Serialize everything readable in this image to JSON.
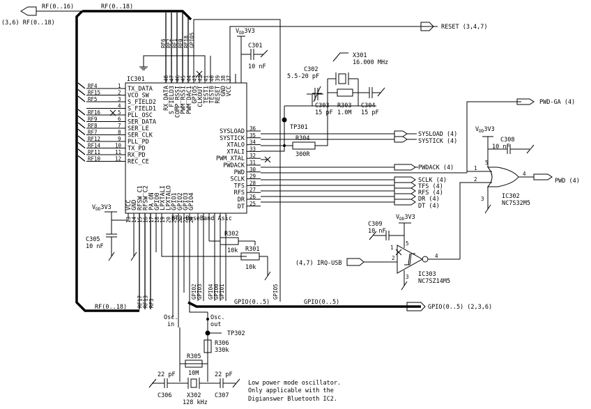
{
  "ic301": {
    "ref": "IC301",
    "name": "BT2 BaseBand Asic",
    "left_pins": [
      {
        "num": "1",
        "name": "TX_DATA",
        "net": "RF4"
      },
      {
        "num": "2",
        "name": "VCO_SW",
        "net": "RF15"
      },
      {
        "num": "3",
        "name": "S_FIELD2",
        "net": "RF5"
      },
      {
        "num": "4",
        "name": "S_FIELD1",
        "net": ""
      },
      {
        "num": "5",
        "name": "PLL_OSC",
        "net": "RF16"
      },
      {
        "num": "6",
        "name": "SER_DATA",
        "net": "RF9"
      },
      {
        "num": "7",
        "name": "SER_LE",
        "net": "RF8"
      },
      {
        "num": "8",
        "name": "SER_CLK",
        "net": "RF7"
      },
      {
        "num": "9",
        "name": "PLL_PD",
        "net": "RF12"
      },
      {
        "num": "10",
        "name": "TX_PD",
        "net": "RF14"
      },
      {
        "num": "11",
        "name": "RX_PD",
        "net": "RF11"
      },
      {
        "num": "12",
        "name": "REC_CE",
        "net": "RF10"
      }
    ],
    "top_pins": [
      {
        "num": "48",
        "name": "RX_DATA",
        "net": "RF6"
      },
      {
        "num": "47",
        "name": "S_FIELD3",
        "net": "RF2"
      },
      {
        "num": "46",
        "name": "COMP_RSSI",
        "net": "RF1"
      },
      {
        "num": "45",
        "name": "PWM_RSSI",
        "net": "RF0"
      },
      {
        "num": "44",
        "name": "PWM_DAC1",
        "net": "RF18"
      },
      {
        "num": "43",
        "name": "GPIO5",
        "net": "GPIO5"
      },
      {
        "num": "42",
        "name": "CLKOUT",
        "net": ""
      },
      {
        "num": "41",
        "name": "TEST1",
        "net": ""
      },
      {
        "num": "40",
        "name": "TEST0",
        "net": ""
      },
      {
        "num": "39",
        "name": "RESET",
        "net": ""
      },
      {
        "num": "38",
        "name": "GND",
        "net": ""
      },
      {
        "num": "37",
        "name": "VCC",
        "net": ""
      }
    ],
    "right_pins": [
      {
        "num": "36",
        "name": "SYSLOAD"
      },
      {
        "num": "35",
        "name": "SYSTICK"
      },
      {
        "num": "34",
        "name": "XTALO"
      },
      {
        "num": "33",
        "name": "XTALI"
      },
      {
        "num": "32",
        "name": "PWM_XTAL"
      },
      {
        "num": "31",
        "name": "PWDACK"
      },
      {
        "num": "30",
        "name": "PWD"
      },
      {
        "num": "29",
        "name": "SCLK"
      },
      {
        "num": "28",
        "name": "TFS"
      },
      {
        "num": "27",
        "name": "RFS"
      },
      {
        "num": "26",
        "name": "DR"
      },
      {
        "num": "25",
        "name": "DT"
      }
    ],
    "bottom_pins": [
      {
        "num": "13",
        "name": "VCC",
        "net": ""
      },
      {
        "num": "14",
        "name": "GND",
        "net": ""
      },
      {
        "num": "15",
        "name": "RFSW_C1",
        "net": "RF17"
      },
      {
        "num": "16",
        "name": "RFSW_C2",
        "net": "RF13"
      },
      {
        "num": "17",
        "name": "PA_ON",
        "net": "RF3"
      },
      {
        "num": "18",
        "name": "GPIO0",
        "net": ""
      },
      {
        "num": "19",
        "name": "LPXTALI",
        "net": ""
      },
      {
        "num": "20",
        "name": "LPXTALO",
        "net": ""
      },
      {
        "num": "21",
        "name": "GPIO1",
        "net": "GPIO1"
      },
      {
        "num": "22",
        "name": "GPIO2",
        "net": "GPIO2"
      },
      {
        "num": "23",
        "name": "GPIO3",
        "net": "GPIO3"
      },
      {
        "num": "24",
        "name": "GPIO4",
        "net": "GPIO4"
      }
    ]
  },
  "connectors": {
    "rf_bus_in": "RF(0..16)",
    "rf_bus_label": "RF(0..18)",
    "rf_bus_ref": "(3,6) RF(0..18)",
    "rf_bus_bottom": "RF(0..18)",
    "reset": "RESET (3,4,7)",
    "sysload": "SYSLOAD (4)",
    "systick": "SYSTICK (4)",
    "pwdack": "PWDACK (4)",
    "sclk": "SCLK (4)",
    "tfs": "TFS (4)",
    "rfs": "RFS (4)",
    "dr": "DR (4)",
    "dt": "DT (4)",
    "pwd_ga": "PWD-GA (4)",
    "pwd": "PWD (4)",
    "irq_usb": "(4,7) IRQ-USB",
    "gpio_out": "GPIO(0..5) (2,3,6)",
    "gpio_bus_label_1": "GPIO(0..5)",
    "gpio_bus_label_2": "GPIO(0..5)",
    "gpio5_label": "GPIO5",
    "gpio_entries": [
      "GPIO2",
      "GPIO3",
      "GPIO4",
      "GPIO0",
      "GPIO1"
    ]
  },
  "components": {
    "vdd_top": {
      "prefix": "V",
      "sub": "DD",
      "rail": "3V3"
    },
    "vdd_left": {
      "prefix": "V",
      "sub": "DD",
      "rail": "3V3"
    },
    "vdd_c308": {
      "prefix": "V",
      "sub": "DD",
      "rail": "3V3"
    },
    "vdd_c309": {
      "prefix": "V",
      "sub": "DD",
      "rail": "3V3"
    },
    "c301": {
      "ref": "C301",
      "value": "10 nF"
    },
    "c302": {
      "ref": "C302",
      "value": "5.5-20 pF"
    },
    "c303": {
      "ref": "C303",
      "value": "15 pF"
    },
    "c304": {
      "ref": "C304",
      "value": "15 pF"
    },
    "c305": {
      "ref": "C305",
      "value": "10 nF"
    },
    "c306": {
      "ref": "C306",
      "value": "22 pF"
    },
    "c307": {
      "ref": "C307",
      "value": "22 pF"
    },
    "c308": {
      "ref": "C308",
      "value": "10 nF"
    },
    "c309": {
      "ref": "C309",
      "value": "10 nF"
    },
    "r301": {
      "ref": "R301",
      "value": "10k"
    },
    "r302": {
      "ref": "R302",
      "value": "10k"
    },
    "r303": {
      "ref": "R303",
      "value": "1.0M"
    },
    "r304": {
      "ref": "R304",
      "value": "300R"
    },
    "r305": {
      "ref": "R305",
      "value": "10M"
    },
    "r306": {
      "ref": "R306",
      "value": "330k"
    },
    "x301": {
      "ref": "X301",
      "value": "16.000 MHz"
    },
    "x302": {
      "ref": "X302",
      "value": "128 kHz"
    },
    "tp301": {
      "ref": "TP301"
    },
    "tp302": {
      "ref": "TP302"
    },
    "ic302": {
      "ref": "IC302",
      "part": "NC7S32M5",
      "pin1": "1",
      "pin2": "2",
      "pin3": "3",
      "pin4": "4",
      "pin5": "5"
    },
    "ic303": {
      "ref": "IC303",
      "part": "NC7SZ14M5",
      "pin2": "2",
      "pin3": "3",
      "pin4": "4",
      "pin5": "5",
      "pin1": "1"
    }
  },
  "labels": {
    "osc_in": [
      "Osc.",
      "in"
    ],
    "osc_out": [
      "Osc.",
      "out"
    ],
    "note": [
      "Low power mode oscillator.",
      "Only applicable with the",
      "Digianswer Bluetooth IC2."
    ]
  }
}
